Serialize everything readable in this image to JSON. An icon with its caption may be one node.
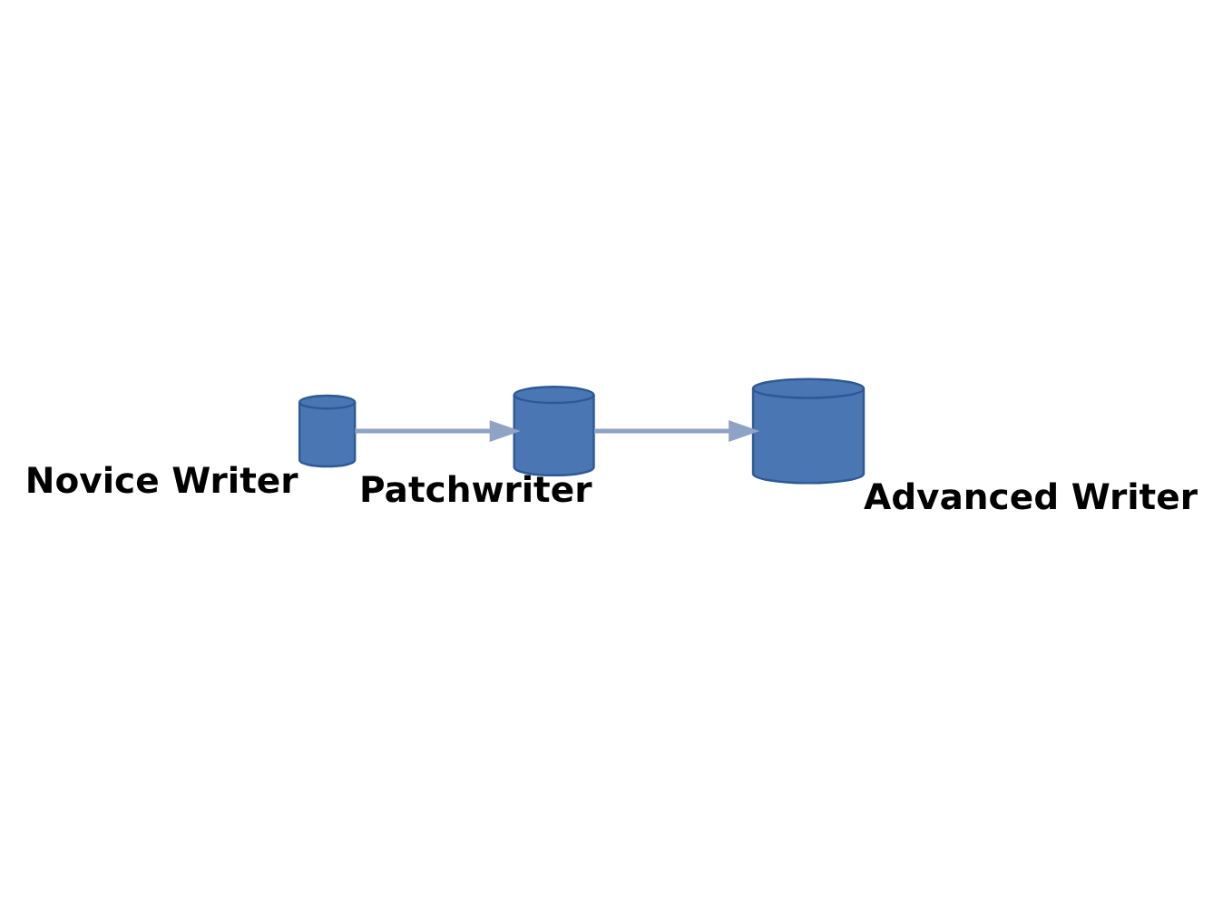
{
  "diagram": {
    "nodes": [
      {
        "text": [],
        "shape": "cylinder",
        "beside": [
          "Novice Writer"
        ]
      },
      {
        "text": [],
        "shape": "cylinder",
        "beside": [
          "Patchwriter"
        ]
      },
      {
        "text": [],
        "shape": "cylinder",
        "beside": [
          "Advanced Writer"
        ]
      }
    ],
    "edges": [
      {
        "from": 0,
        "to": 1,
        "arrow": "to"
      },
      {
        "from": 1,
        "to": 2,
        "arrow": "to"
      }
    ]
  }
}
